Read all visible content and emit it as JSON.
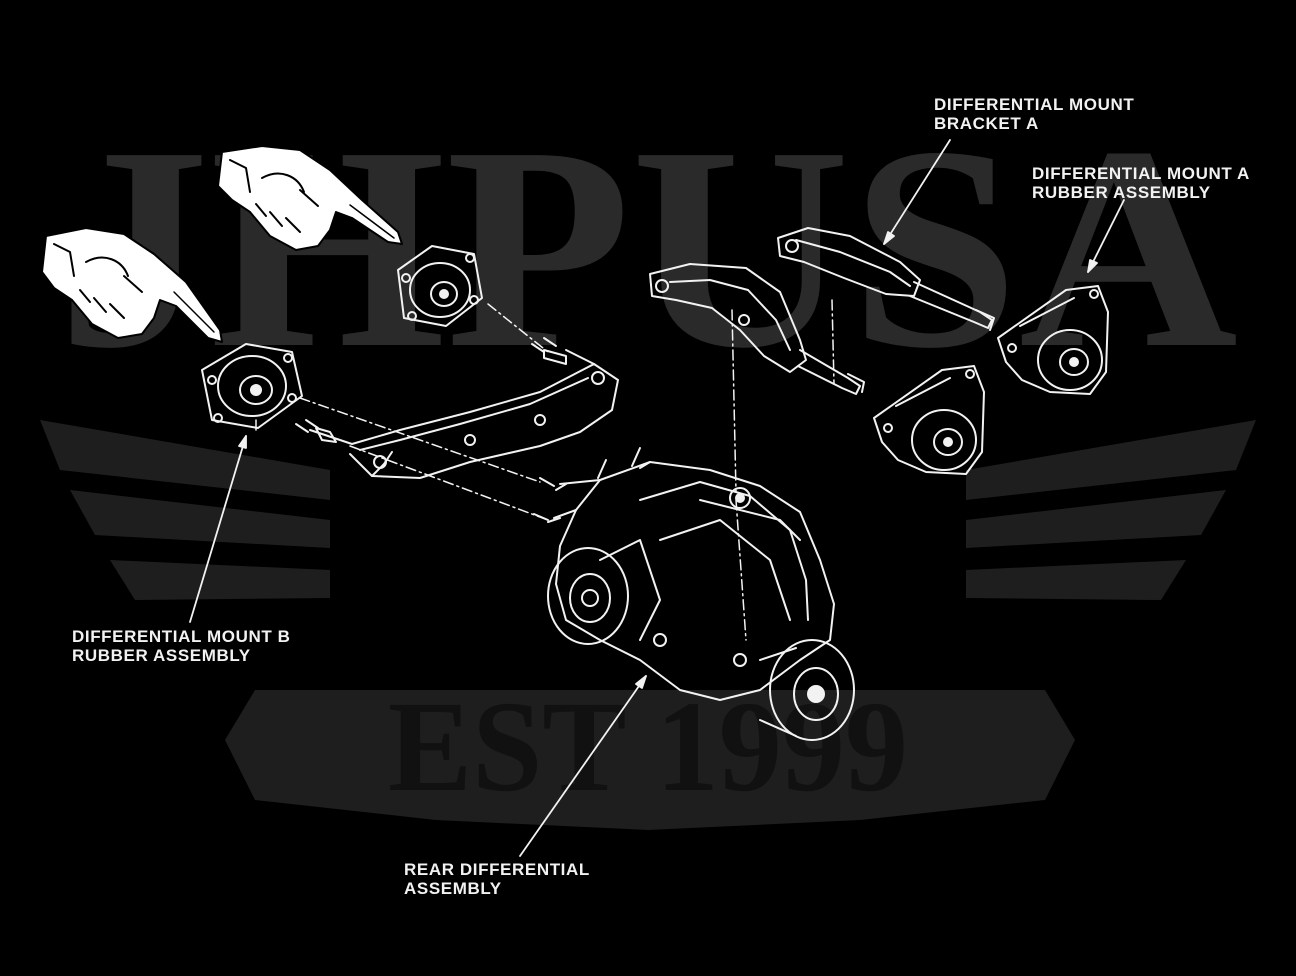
{
  "watermark": {
    "brand": "JHPUSA",
    "est": "EST 1999"
  },
  "labels": {
    "bracket_a": {
      "line1": "DIFFERENTIAL MOUNT",
      "line2": "BRACKET A"
    },
    "mount_a": {
      "line1": "DIFFERENTIAL MOUNT A",
      "line2": "RUBBER ASSEMBLY"
    },
    "mount_b": {
      "line1": "DIFFERENTIAL MOUNT B",
      "line2": "RUBBER ASSEMBLY"
    },
    "rear_diff": {
      "line1": "REAR DIFFERENTIAL",
      "line2": "ASSEMBLY"
    }
  },
  "colors": {
    "background": "#000000",
    "line_art": "#f2f2f2",
    "watermark": "#2a2a2a"
  },
  "icons": [
    "pointing-hand-icon",
    "pointing-hand-icon"
  ]
}
